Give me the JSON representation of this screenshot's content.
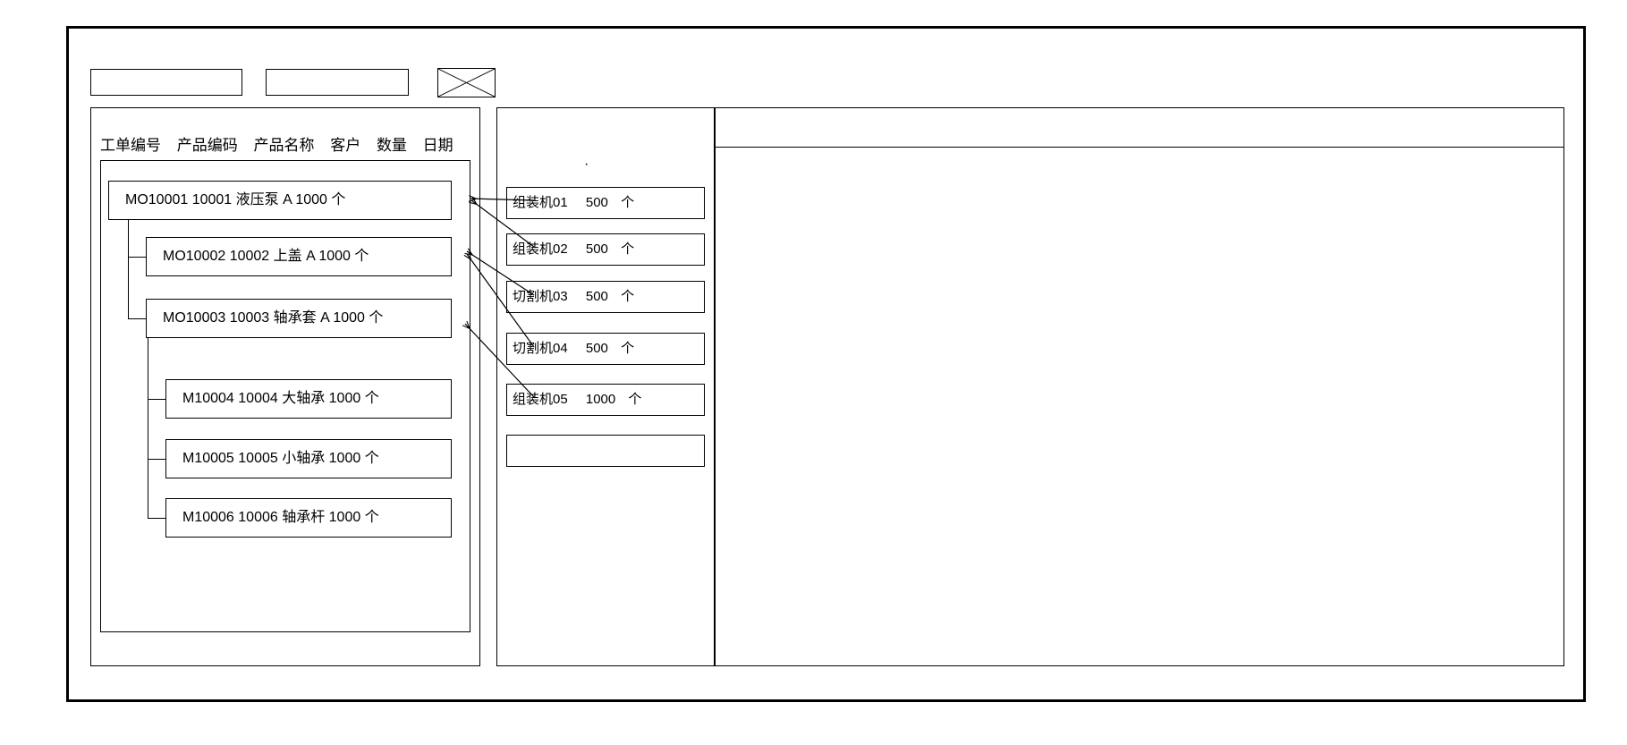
{
  "window": {
    "title": ""
  },
  "toolbar": {
    "field1_value": "",
    "field1_placeholder": "",
    "field2_value": "",
    "field2_placeholder": "",
    "image_placeholder_icon": "image-placeholder-crossed-box"
  },
  "left_panel": {
    "columns": [
      "工单编号",
      "产品编码",
      "产品名称",
      "客户",
      "数量",
      "日期"
    ],
    "rows": [
      {
        "level": 0,
        "work_order": "MO10001",
        "product_code": "10001",
        "product_name": "液压泵",
        "customer": "A",
        "quantity": "1000",
        "unit": "个",
        "text": "MO10001   10001  液压泵   A     1000 个"
      },
      {
        "level": 1,
        "work_order": "MO10002",
        "product_code": "10002",
        "product_name": "上盖",
        "customer": "A",
        "quantity": "1000",
        "unit": "个",
        "text": "MO10002  10002  上盖  A   1000  个"
      },
      {
        "level": 1,
        "work_order": "MO10003",
        "product_code": "10003",
        "product_name": "轴承套",
        "customer": "A",
        "quantity": "1000",
        "unit": "个",
        "text": "MO10003  10003  轴承套 A   1000   个"
      },
      {
        "level": 2,
        "work_order": "M10004",
        "product_code": "10004",
        "product_name": "大轴承",
        "customer": "",
        "quantity": "1000",
        "unit": "个",
        "text": "M10004 10004  大轴承  1000   个"
      },
      {
        "level": 2,
        "work_order": "M10005",
        "product_code": "10005",
        "product_name": "小轴承",
        "customer": "",
        "quantity": "1000",
        "unit": "个",
        "text": "M10005  10005  小轴承  1000   个"
      },
      {
        "level": 2,
        "work_order": "M10006",
        "product_code": "10006",
        "product_name": "轴承杆",
        "customer": "",
        "quantity": "1000",
        "unit": "个",
        "text": "M10006  10006  轴承杆  1000   个"
      }
    ]
  },
  "middle_panel": {
    "marker": "·",
    "rows": [
      {
        "machine": "组装机01",
        "quantity": "500",
        "unit": "个"
      },
      {
        "machine": "组装机02",
        "quantity": "500",
        "unit": "个"
      },
      {
        "machine": "切割机03",
        "quantity": "500",
        "unit": "个"
      },
      {
        "machine": "切割机04",
        "quantity": "500",
        "unit": "个"
      },
      {
        "machine": "组装机05",
        "quantity": "1000",
        "unit": "个"
      },
      {
        "machine": "",
        "quantity": "",
        "unit": ""
      }
    ]
  },
  "right_panel": {
    "header_text": "",
    "body_text": ""
  },
  "colors": {
    "stroke": "#000000",
    "background": "#ffffff"
  }
}
